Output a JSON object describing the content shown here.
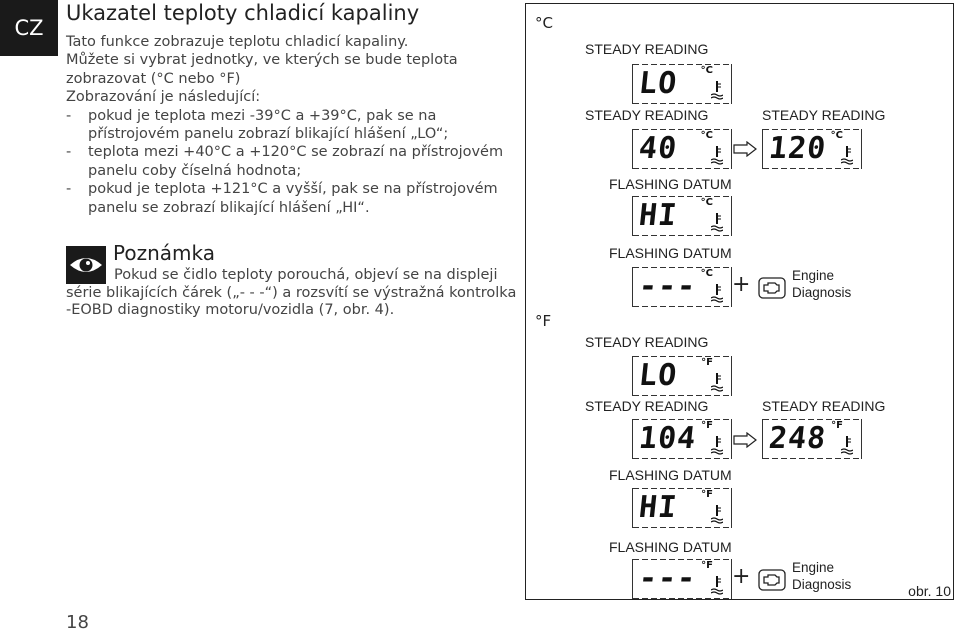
{
  "lang_badge": "CZ",
  "title": "Ukazatel teploty chladicí kapaliny",
  "paragraphs": [
    "Tato funkce zobrazuje teplotu chladicí kapaliny.",
    "Můžete si vybrat jednotky, ve kterých se bude teplota zobrazovat (°C nebo °F)",
    "Zobrazování je následující:"
  ],
  "list_items": [
    {
      "dash": "-",
      "text": "pokud je teplota mezi -39°C a +39°C, pak se na přístrojovém panelu zobrazí blikající hlášení „LO“;"
    },
    {
      "dash": "-",
      "text": "teplota mezi +40°C a +120°C se zobrazí na přístrojovém panelu coby číselná hodnota;"
    },
    {
      "dash": "-",
      "text": "pokud je teplota +121°C a vyšší, pak se na přístrojovém panelu se zobrazí blikající hlášení „HI“."
    }
  ],
  "note": {
    "icon": "eye-icon",
    "title": "Poznámka",
    "text": "Pokud se čidlo teploty porouchá, objeví se na displeji série blikajících čárek („- - -“) a rozsvítí se výstražná kontrolka -EOBD diagnostiky motoru/vozidla (7, obr. 4)."
  },
  "page_number": "18",
  "figure": {
    "celsius": {
      "unit": "°C",
      "steady_1": "STEADY READING",
      "display_lo": "LO",
      "steady_2": "STEADY READING",
      "display_40": "40",
      "steady_3": "STEADY READING",
      "display_120": "120",
      "flashing_1": "FLASHING DATUM",
      "display_hi": "HI",
      "flashing_2": "FLASHING DATUM",
      "display_dash": "---",
      "disp_unit": "°C"
    },
    "fahrenheit": {
      "unit": "°F",
      "steady_1": "STEADY READING",
      "display_lo": "LO",
      "steady_2": "STEADY READING",
      "display_104": "104",
      "steady_3": "STEADY READING",
      "display_248": "248",
      "flashing_1": "FLASHING DATUM",
      "display_hi": "HI",
      "flashing_2": "FLASHING DATUM",
      "display_dash": "---",
      "disp_unit": "°F"
    },
    "plus": "+",
    "engine_line1": "Engine",
    "engine_line2": "Diagnosis",
    "caption": "obr. 10"
  }
}
